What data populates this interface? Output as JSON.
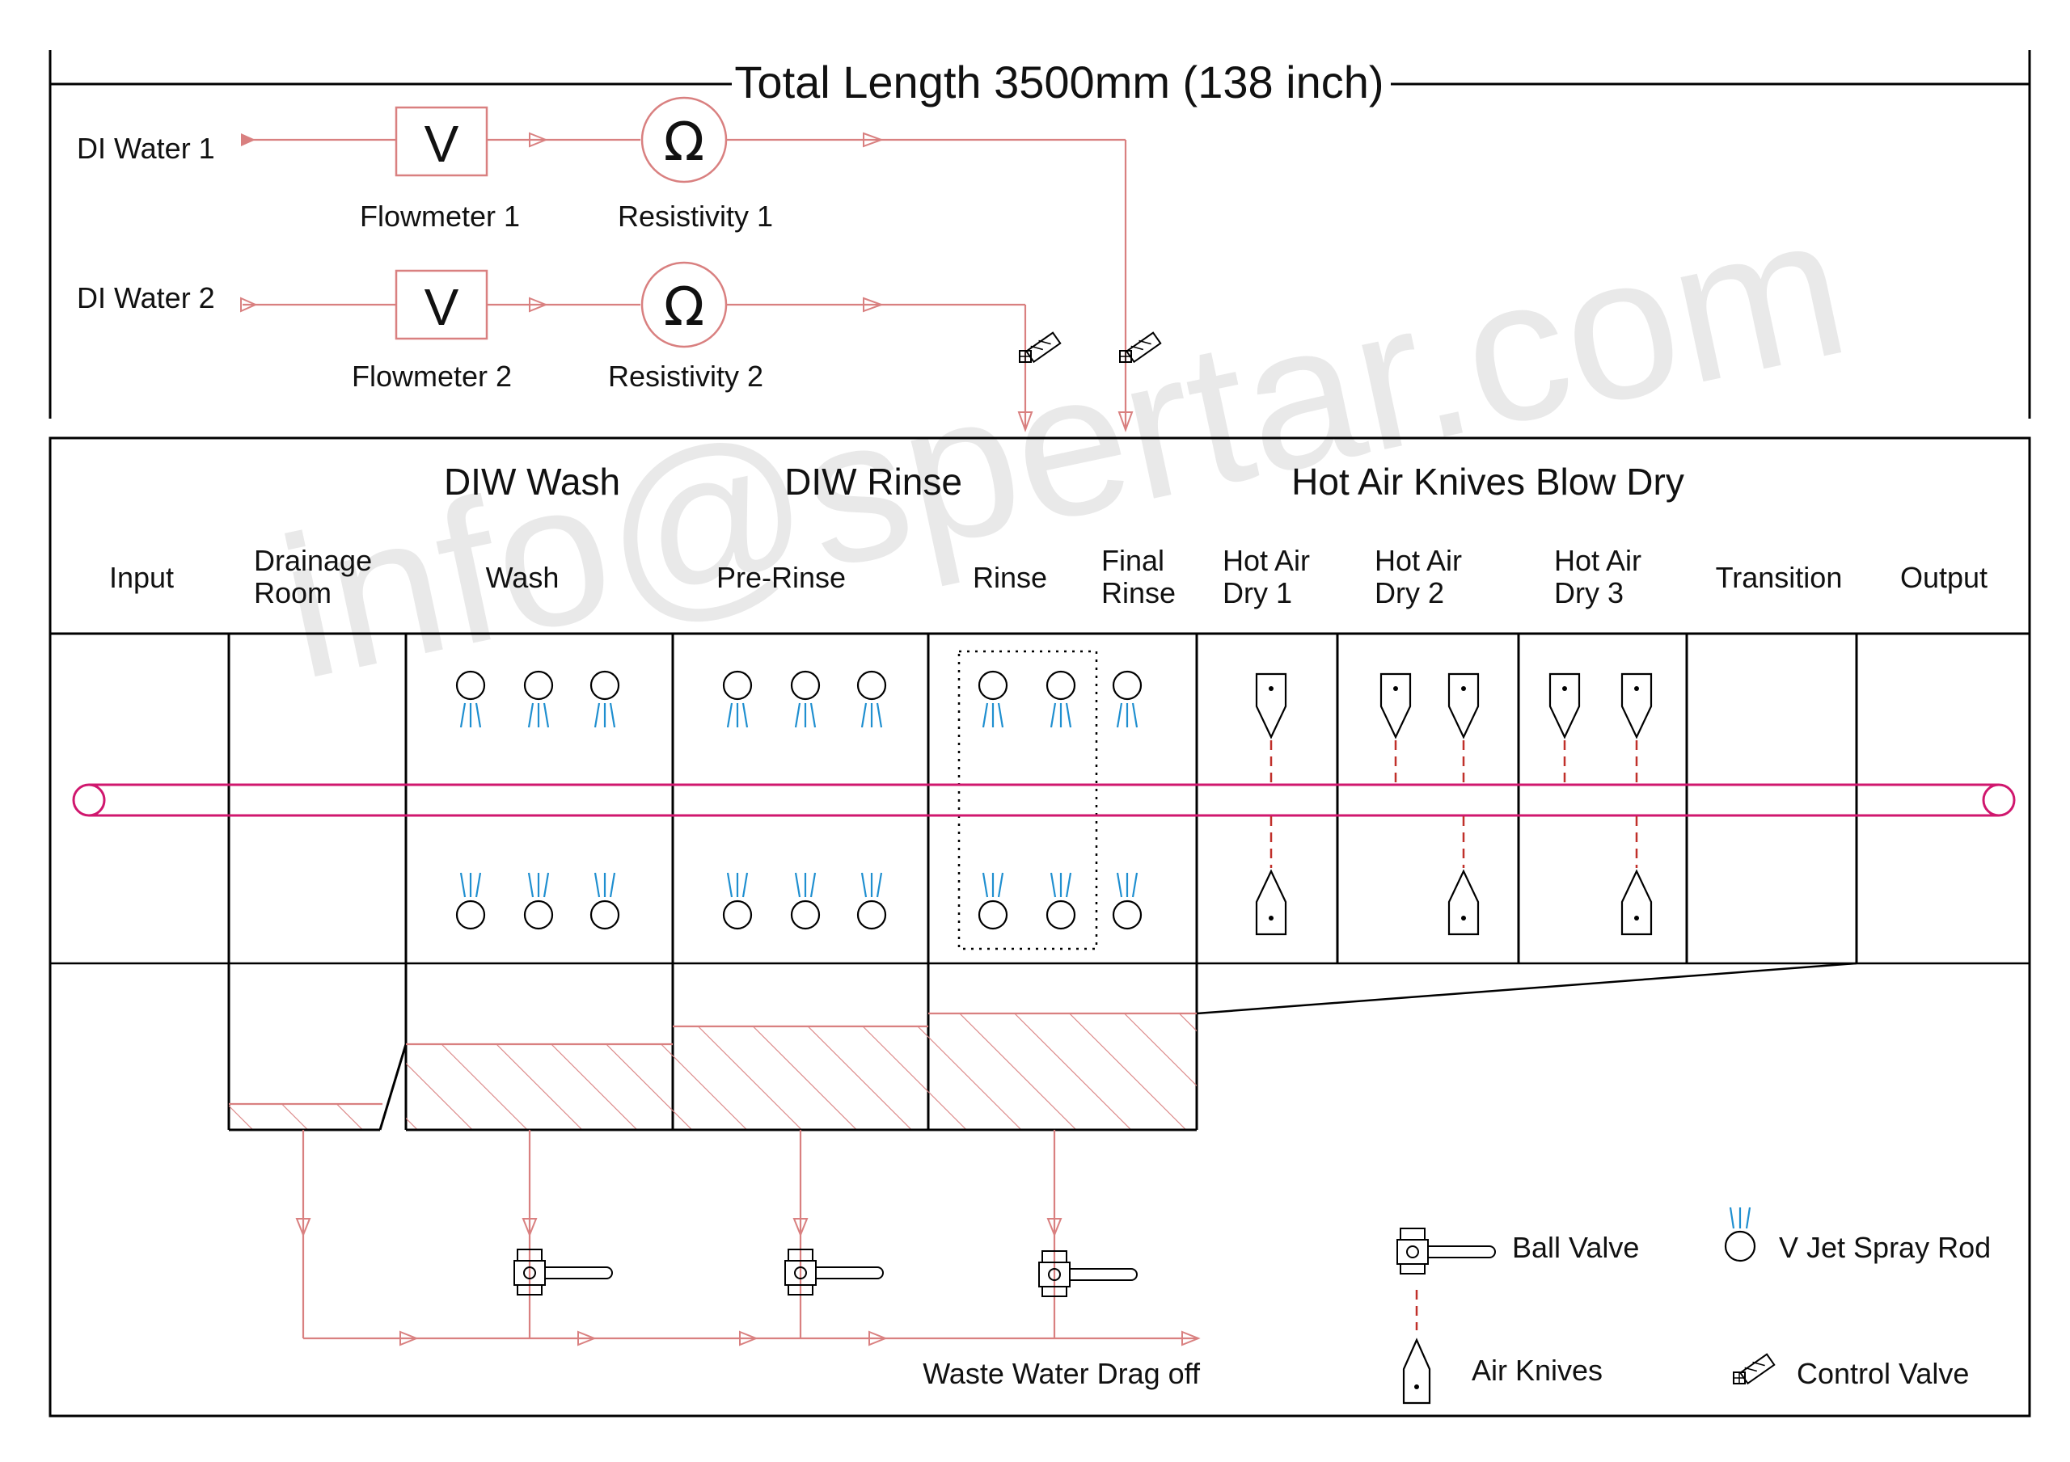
{
  "watermark": "info@spertar.com",
  "title": "Total Length 3500mm (138 inch)",
  "inputs": [
    {
      "label": "DI Water 1",
      "flowmeter": "Flowmeter 1",
      "resistivity": "Resistivity 1"
    },
    {
      "label": "DI Water 2",
      "flowmeter": "Flowmeter 2",
      "resistivity": "Resistivity 2"
    }
  ],
  "symbols": {
    "flowmeter": "V",
    "resistivity": "Ω"
  },
  "groups": [
    "DIW Wash",
    "DIW Rinse",
    "Hot Air Knives Blow Dry"
  ],
  "stations": [
    {
      "l1": "Input",
      "l2": ""
    },
    {
      "l1": "Drainage",
      "l2": "Room"
    },
    {
      "l1": "Wash",
      "l2": ""
    },
    {
      "l1": "Pre-Rinse",
      "l2": ""
    },
    {
      "l1": "Rinse",
      "l2": ""
    },
    {
      "l1": "Final",
      "l2": "Rinse"
    },
    {
      "l1": "Hot Air",
      "l2": "Dry 1"
    },
    {
      "l1": "Hot Air",
      "l2": "Dry 2"
    },
    {
      "l1": "Hot Air",
      "l2": "Dry 3"
    },
    {
      "l1": "Transition",
      "l2": ""
    },
    {
      "l1": "Output",
      "l2": ""
    }
  ],
  "waste_label": "Waste Water Drag off",
  "legend": {
    "ball_valve": "Ball Valve",
    "spray_rod": "V Jet Spray Rod",
    "air_knives": "Air Knives",
    "control_valve": "Control Valve"
  },
  "colors": {
    "pipe": "#d98080",
    "conveyor": "#d0176e",
    "spray": "#1f8fd0",
    "outline": "#000000"
  }
}
